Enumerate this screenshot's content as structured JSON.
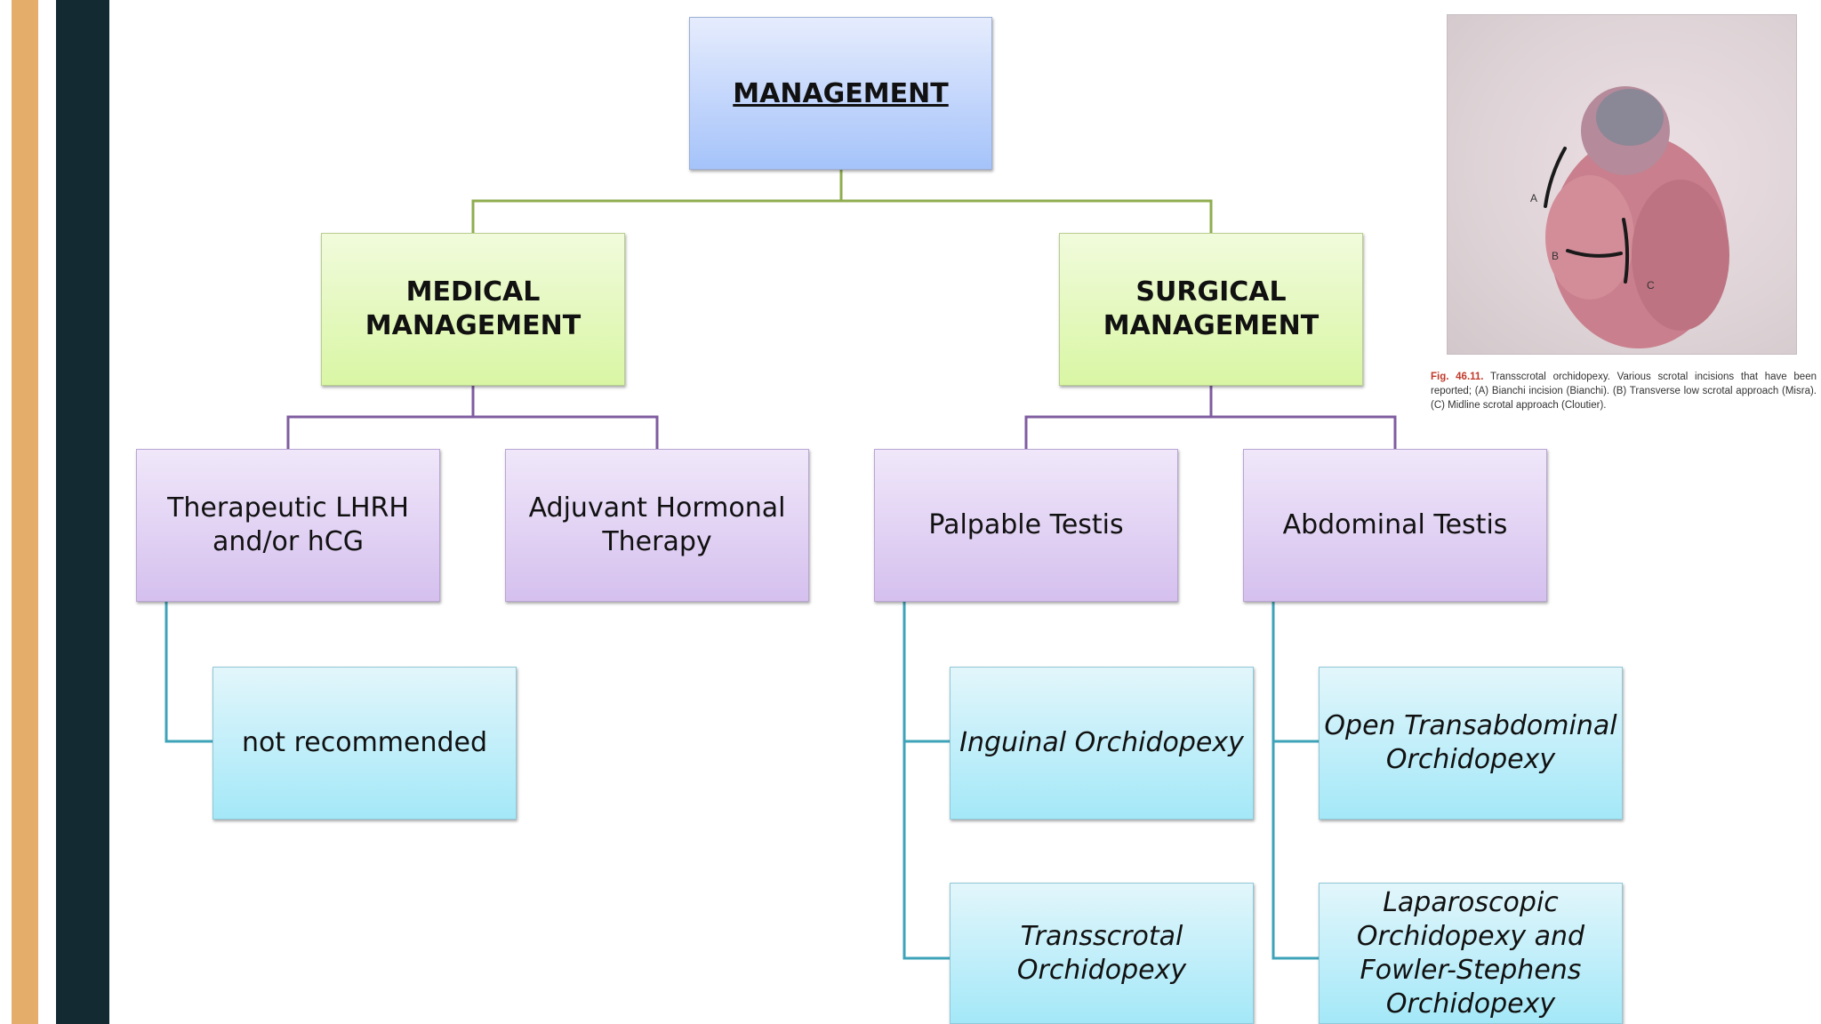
{
  "colors": {
    "accent_bar_orange": "#e4ad6a",
    "accent_bar_navy": "#132a33",
    "connector_level1": "#8fad4f",
    "connector_level2": "#7f5ca0",
    "connector_leaf": "#3ea3b8"
  },
  "diagram": {
    "root": {
      "label": "MANAGEMENT"
    },
    "branches": [
      {
        "label": "MEDICAL\nMANAGEMENT",
        "children": [
          {
            "label": "Therapeutic LHRH\nand/or hCG",
            "children": [
              {
                "label": "not recommended"
              }
            ]
          },
          {
            "label": "Adjuvant Hormonal\nTherapy",
            "children": []
          }
        ]
      },
      {
        "label": "SURGICAL\nMANAGEMENT",
        "children": [
          {
            "label": "Palpable Testis",
            "children": [
              {
                "label": "Inguinal Orchidopexy"
              },
              {
                "label": "Transscrotal\nOrchidopexy"
              }
            ]
          },
          {
            "label": "Abdominal Testis",
            "children": [
              {
                "label": "Open Transabdominal\nOrchidopexy"
              },
              {
                "label": "Laparoscopic\nOrchidopexy and\nFowler-Stephens\nOrchidopexy"
              }
            ]
          }
        ]
      }
    ]
  },
  "figure": {
    "markers": {
      "a": "A",
      "b": "B",
      "c": "C"
    },
    "caption_label": "Fig. 46.11.",
    "caption_text": "Transscrotal orchidopexy. Various scrotal incisions that have been reported; (A) Bianchi incision (Bianchi). (B) Transverse low scrotal approach (Misra). (C) Midline scrotal approach (Cloutier)."
  }
}
